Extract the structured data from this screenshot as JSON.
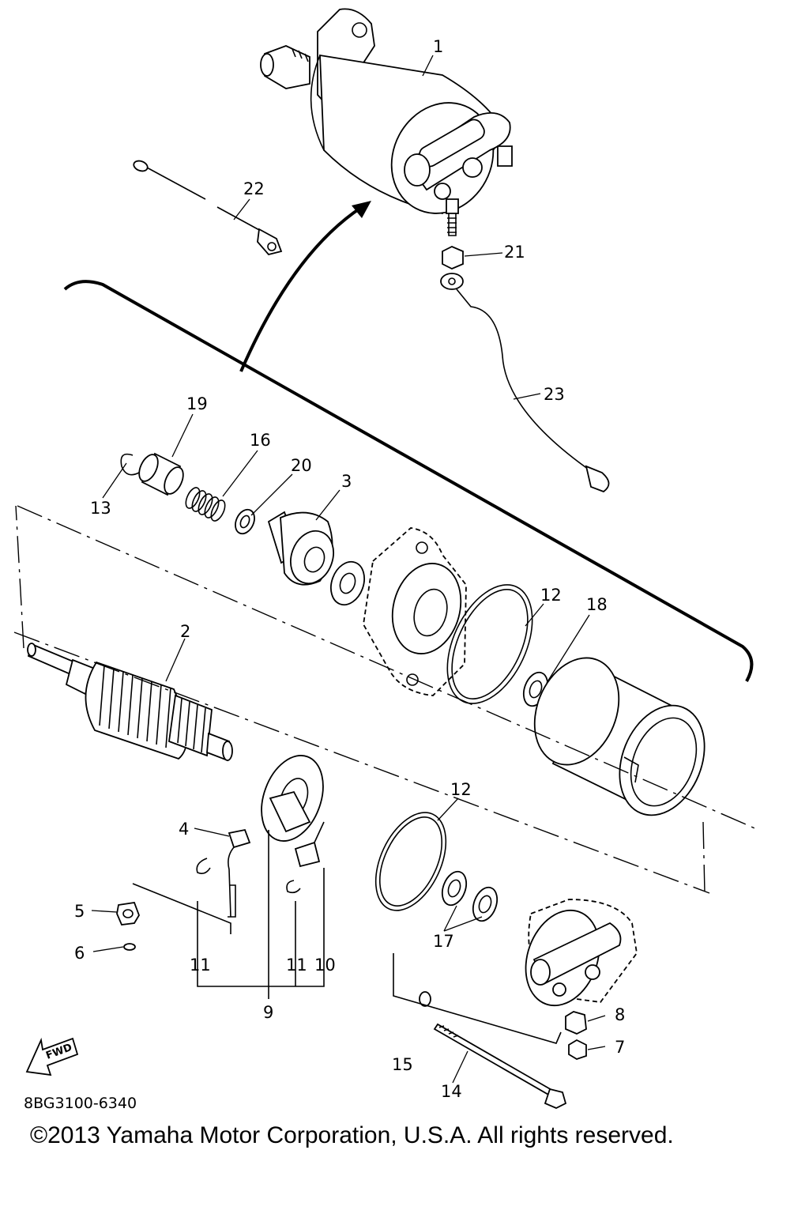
{
  "parts": [
    {
      "key": "p1",
      "label": "1"
    },
    {
      "key": "p2",
      "label": "2"
    },
    {
      "key": "p3",
      "label": "3"
    },
    {
      "key": "p4",
      "label": "4"
    },
    {
      "key": "p5",
      "label": "5"
    },
    {
      "key": "p6",
      "label": "6"
    },
    {
      "key": "p7",
      "label": "7"
    },
    {
      "key": "p8",
      "label": "8"
    },
    {
      "key": "p9",
      "label": "9"
    },
    {
      "key": "p10",
      "label": "10"
    },
    {
      "key": "p11a",
      "label": "11"
    },
    {
      "key": "p11b",
      "label": "11"
    },
    {
      "key": "p12a",
      "label": "12"
    },
    {
      "key": "p12b",
      "label": "12"
    },
    {
      "key": "p13",
      "label": "13"
    },
    {
      "key": "p14",
      "label": "14"
    },
    {
      "key": "p15",
      "label": "15"
    },
    {
      "key": "p16",
      "label": "16"
    },
    {
      "key": "p17",
      "label": "17"
    },
    {
      "key": "p18",
      "label": "18"
    },
    {
      "key": "p19",
      "label": "19"
    },
    {
      "key": "p20",
      "label": "20"
    },
    {
      "key": "p21",
      "label": "21"
    },
    {
      "key": "p22",
      "label": "22"
    },
    {
      "key": "p23",
      "label": "23"
    }
  ],
  "diagram_code": "8BG3100-6340",
  "copyright": "©2013 Yamaha Motor Corporation, U.S.A. All rights reserved.",
  "fwd_label": "FWD"
}
